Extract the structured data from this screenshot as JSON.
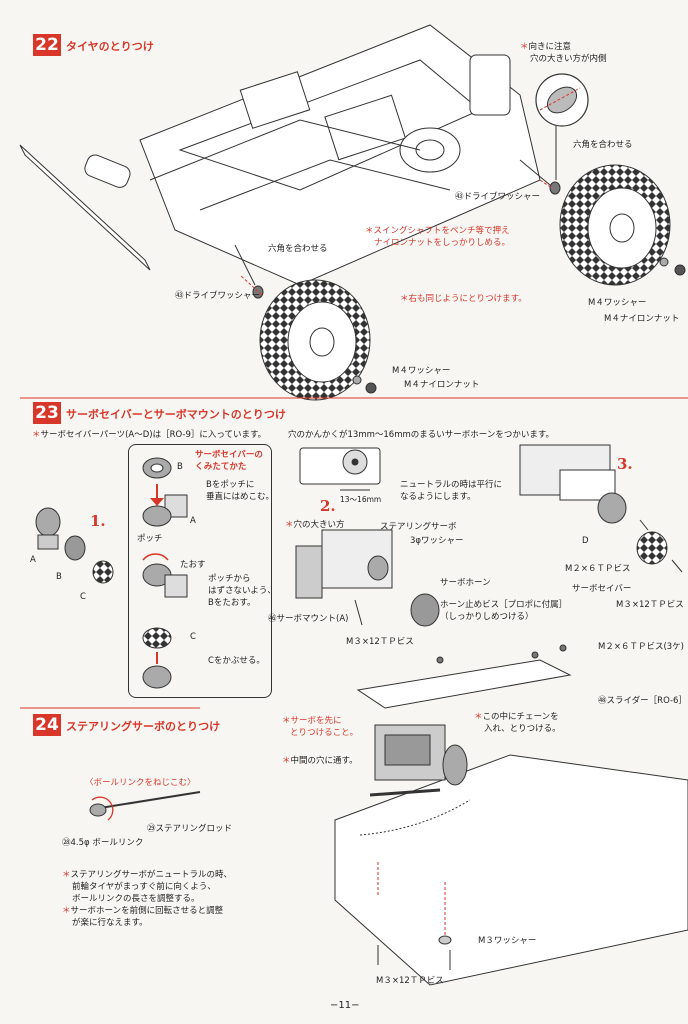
{
  "step22": {
    "number": "22",
    "title": "タイヤのとりつけ",
    "note_direction_title": "向きに注意",
    "note_direction_body": "穴の大きい方が内側",
    "hex_align_right": "六角を合わせる",
    "drive_washer_right": "㊸ドライブワッシャー",
    "swing_note_1": "スイングシャフトをペンチ等で押え",
    "swing_note_2": "ナイロンナットをしっかりしめる。",
    "hex_align_left": "六角を合わせる",
    "drive_washer_left": "㊸ドライブワッシャー",
    "right_same_note": "右も同じようにとりつけます。",
    "m4_washer_right": "M４ワッシャー",
    "m4_nut_right": "M４ナイロンナット",
    "m4_washer_left": "M４ワッシャー",
    "m4_nut_left": "M４ナイロンナット"
  },
  "step23": {
    "number": "23",
    "title": "サーボセイバーとサーボマウントのとりつけ",
    "parts_note": "サーボセイバーパーツ(A〜D)は［RO-9］に入っています。",
    "label_a": "A",
    "label_b": "B",
    "label_c": "C",
    "label_d": "D",
    "step1": "1.",
    "step2": "2.",
    "step3": "3.",
    "assembly_title_1": "サーボセイバーの",
    "assembly_title_2": "くみたてかた",
    "assembly_b": "B",
    "assembly_a": "A",
    "assembly_c": "C",
    "note_b_1": "Bをポッチに",
    "note_b_2": "垂直にはめこむ。",
    "label_pocchi": "ポッチ",
    "label_taosu": "たおす",
    "note_fold_1": "ポッチから",
    "note_fold_2": "はずさないよう、",
    "note_fold_3": "Bをたおす。",
    "note_cap": "Cをかぶせる。",
    "horn_note": "穴のかんかくが13mm〜16mmのまるいサーボホーンをつかいます。",
    "horn_dim": "13〜16mm",
    "neutral_1": "ニュートラルの時は平行に",
    "neutral_2": "なるようにします。",
    "big_hole": "穴の大きい方",
    "steering_servo": "ステアリングサーボ",
    "washer_3phi": "3φワッシャー",
    "servo_horn": "サーボホーン",
    "horn_screw_1": "ホーン止めビス［プロポに付属］",
    "horn_screw_2": "（しっかりしめつける）",
    "servo_mount": "㊻サーボマウント(A)",
    "screw_m3x12": "M３×12ＴＰビス",
    "screw_m2x6": "M２×６ＴＰビス",
    "servo_saver": "サーボセイバー",
    "screw_m3x12_b": "M３×12ＴＰビス"
  },
  "step24": {
    "number": "24",
    "title": "ステアリングサーボのとりつけ",
    "screw_m2x6_3": "M２×６ＴＰビス(3ケ)",
    "slider": "㊽スライダー［RO-6］",
    "servo_first_1": "サーボを先に",
    "servo_first_2": "とりつけること。",
    "chain_note_1": "この中にチェーンを",
    "chain_note_2": "入れ、とりつける。",
    "middle_hole": "中間の穴に通す。",
    "ball_link_title": "〈ボールリンクをねじこむ〉",
    "steering_rod": "㉙ステアリングロッド",
    "ball_link": "㉘4.5φ ボールリンク",
    "note1_1": "ステアリングサーボがニュートラルの時、",
    "note1_2": "前輪タイヤがまっすぐ前に向くよう、",
    "note1_3": "ボールリンクの長さを調整する。",
    "note2_1": "サーボホーンを前側に回転させると調整",
    "note2_2": "が楽に行なえます。",
    "m3_washer": "M３ワッシャー",
    "screw_m3x12": "M３×12ＴＰビス"
  },
  "page_number": "−11−",
  "colors": {
    "accent": "#d9362a",
    "ink": "#222222",
    "paper": "#f7f6f2"
  }
}
